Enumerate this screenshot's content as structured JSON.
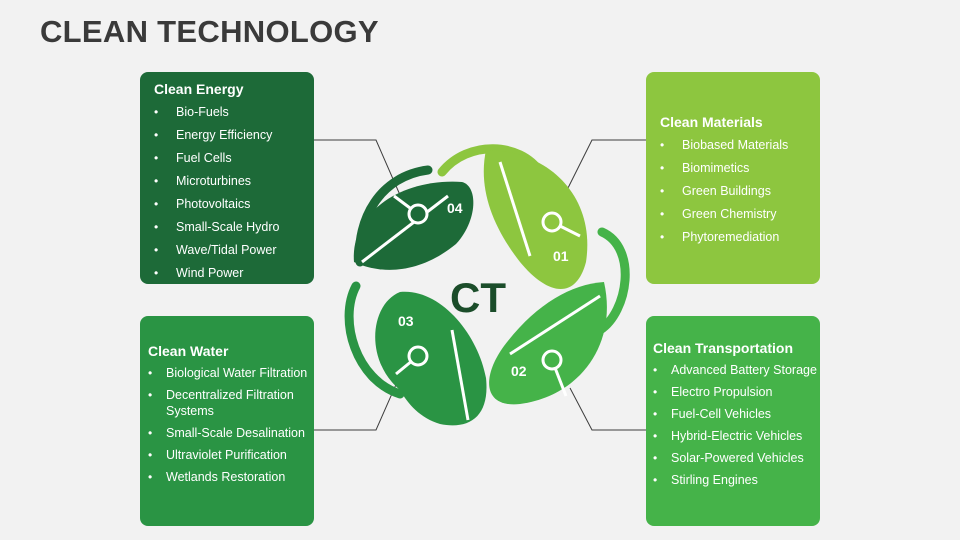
{
  "title": "CLEAN TECHNOLOGY",
  "center_label": "CT",
  "colors": {
    "dark_green": "#1d6a38",
    "light_green": "#8dc63f",
    "mid_green": "#2a9444",
    "bright_green": "#45b349"
  },
  "cards": {
    "energy": {
      "heading": "Clean Energy",
      "items": [
        "Bio-Fuels",
        "Energy Efficiency",
        "Fuel Cells",
        "Microturbines",
        "Photovoltaics",
        "Small-Scale Hydro",
        "Wave/Tidal Power",
        "Wind Power"
      ]
    },
    "materials": {
      "heading": "Clean Materials",
      "items": [
        "Biobased Materials",
        "Biomimetics",
        "Green Buildings",
        "Green Chemistry",
        "Phytoremediation"
      ]
    },
    "water": {
      "heading": "Clean Water",
      "items": [
        "Biological Water Filtration",
        "Decentralized Filtration Systems",
        "Small-Scale Desalination",
        "Ultraviolet Purification",
        "Wetlands Restoration"
      ]
    },
    "transport": {
      "heading": "Clean Transportation",
      "items": [
        "Advanced Battery Storage",
        "Electro Propulsion",
        "Fuel-Cell Vehicles",
        "Hybrid-Electric Vehicles",
        "Solar-Powered Vehicles",
        "Stirling Engines"
      ]
    }
  },
  "leaves": {
    "n01": "01",
    "n02": "02",
    "n03": "03",
    "n04": "04"
  }
}
